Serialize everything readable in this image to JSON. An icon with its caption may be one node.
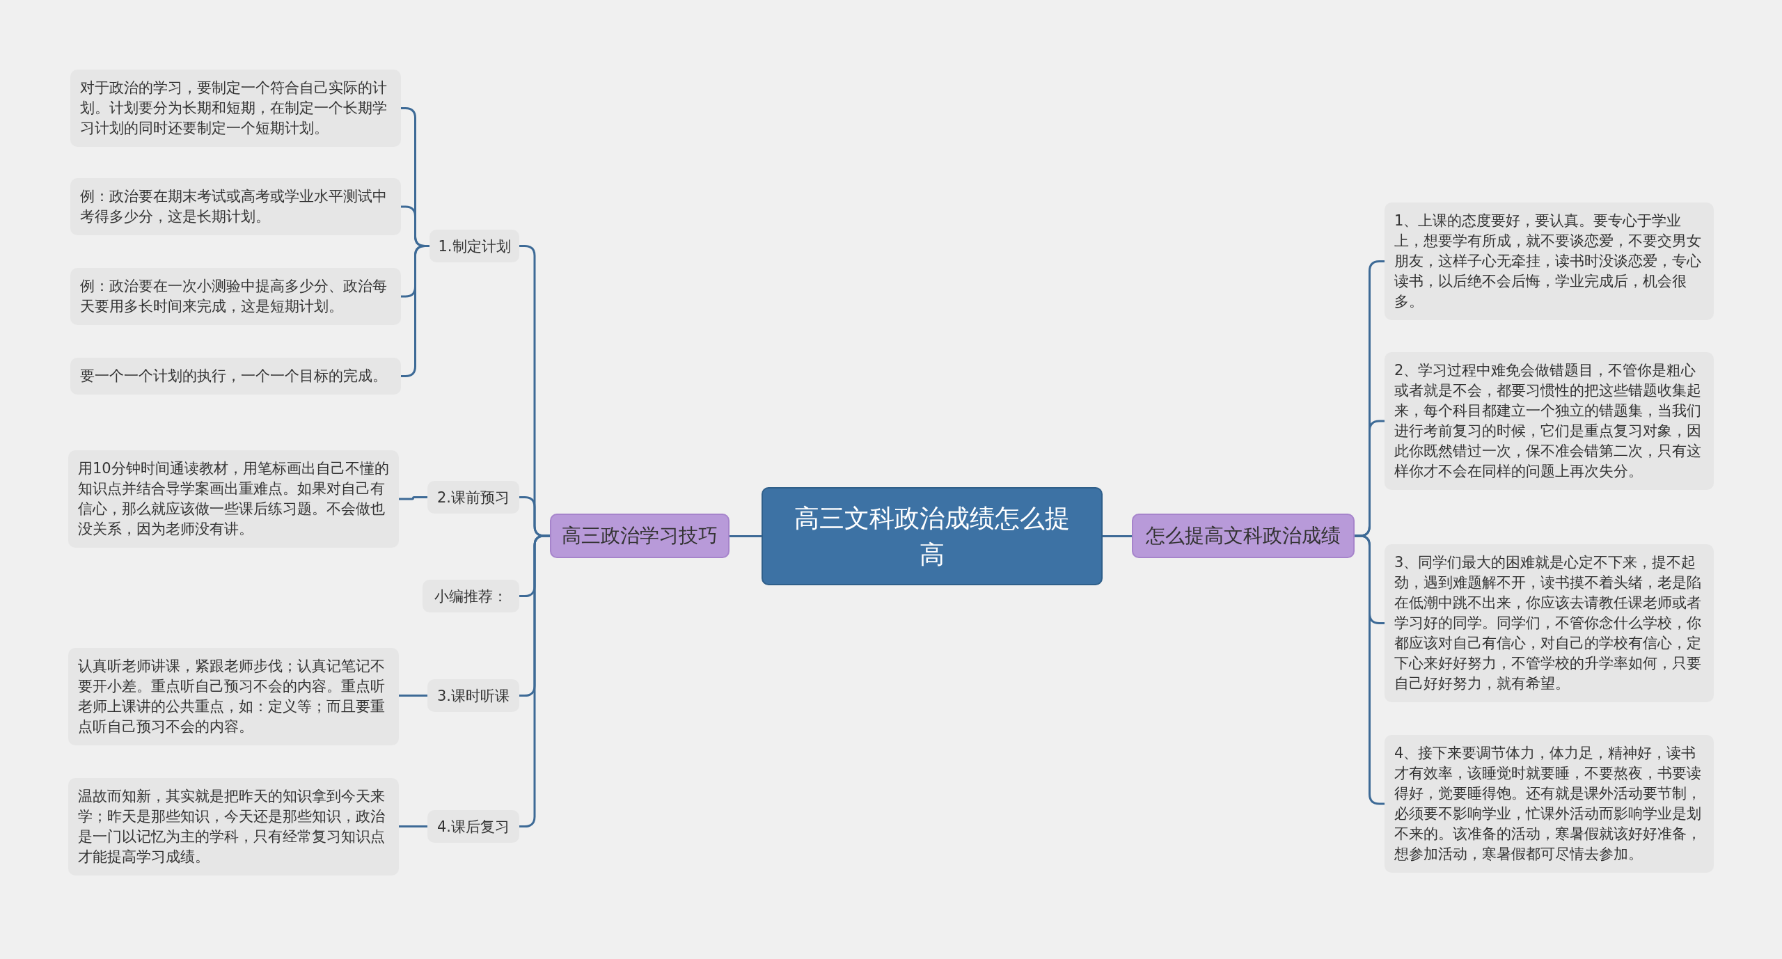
{
  "diagram": {
    "nodes": [
      {
        "text": [
          "高三文科政治成绩怎么提高"
        ]
      },
      {
        "text": [
          "高三政治学习技巧"
        ]
      },
      {
        "text": [
          "怎么提高文科政治成绩"
        ]
      },
      {
        "text": [
          "1.制定计划"
        ]
      },
      {
        "text": [
          "对于政治的学习，要制定一个符合自己实际的计划。计划要分为长期和短期，在制定一个长期学习计划的同时还要制定一个短期计划。"
        ]
      },
      {
        "text": [
          "例：政治要在期末考试或高考或学业水平测试中考得多少分，这是长期计划。"
        ]
      },
      {
        "text": [
          "例：政治要在一次小测验中提高多少分、政治每天要用多长时间来完成，这是短期计划。"
        ]
      },
      {
        "text": [
          "要一个一个计划的执行，一个一个目标的完成。"
        ]
      },
      {
        "text": [
          "2.课前预习"
        ]
      },
      {
        "text": [
          "用10分钟时间通读教材，用笔标画出自己不懂的知识点并结合导学案画出重难点。如果对自己有信心，那么就应该做一些课后练习题。不会做也没关系，因为老师没有讲。"
        ]
      },
      {
        "text": [
          "小编推荐："
        ]
      },
      {
        "text": [
          "3.课时听课"
        ]
      },
      {
        "text": [
          "认真听老师讲课，紧跟老师步伐；认真记笔记不要开小差。重点听自己预习不会的内容。重点听老师上课讲的公共重点，如：定义等；而且要重点听自己预习不会的内容。"
        ]
      },
      {
        "text": [
          "4.课后复习"
        ]
      },
      {
        "text": [
          "温故而知新，其实就是把昨天的知识拿到今天来学；昨天是那些知识，今天还是那些知识，政治是一门以记忆为主的学科，只有经常复习知识点才能提高学习成绩。"
        ]
      },
      {
        "text": [
          "1、上课的态度要好，要认真。要专心于学业上，想要学有所成，就不要谈恋爱，不要交男女朋友，这样子心无牵挂，读书时没谈恋爱，专心读书，以后绝不会后悔，学业完成后，机会很多。"
        ]
      },
      {
        "text": [
          "2、学习过程中难免会做错题目，不管你是粗心或者就是不会，都要习惯性的把这些错题收集起来，每个科目都建立一个独立的错题集，当我们进行考前复习的时候，它们是重点复习对象，因此你既然错过一次，保不准会错第二次，只有这样你才不会在同样的问题上再次失分。"
        ]
      },
      {
        "text": [
          "3、同学们最大的困难就是心定不下来，提不起劲，遇到难题解不开，读书摸不着头绪，老是陷在低潮中跳不出来，你应该去请教任课老师或者学习好的同学。同学们，不管你念什么学校，你都应该对自己有信心，对自己的学校有信心，定下心来好好努力，不管学校的升学率如何，只要自己好好努力，就有希望。"
        ]
      },
      {
        "text": [
          "4、接下来要调节体力，体力足，精神好，读书才有效率，该睡觉时就要睡，不要熬夜，书要读得好，觉要睡得饱。还有就是课外活动要节制，必须要不影响学业，忙课外活动而影响学业是划不来的。该准备的活动，寒暑假就该好好准备，想参加活动，寒暑假都可尽情去参加。"
        ]
      }
    ],
    "edges": [
      {
        "from": 0,
        "to": 1,
        "arrow": "none"
      },
      {
        "from": 0,
        "to": 2,
        "arrow": "none"
      },
      {
        "from": 1,
        "to": 3,
        "arrow": "none"
      },
      {
        "from": 3,
        "to": 4,
        "arrow": "none"
      },
      {
        "from": 3,
        "to": 5,
        "arrow": "none"
      },
      {
        "from": 3,
        "to": 6,
        "arrow": "none"
      },
      {
        "from": 3,
        "to": 7,
        "arrow": "none"
      },
      {
        "from": 1,
        "to": 8,
        "arrow": "none"
      },
      {
        "from": 8,
        "to": 9,
        "arrow": "none"
      },
      {
        "from": 1,
        "to": 10,
        "arrow": "none"
      },
      {
        "from": 1,
        "to": 11,
        "arrow": "none"
      },
      {
        "from": 11,
        "to": 12,
        "arrow": "none"
      },
      {
        "from": 1,
        "to": 13,
        "arrow": "none"
      },
      {
        "from": 13,
        "to": 14,
        "arrow": "none"
      },
      {
        "from": 2,
        "to": 15,
        "arrow": "none"
      },
      {
        "from": 2,
        "to": 16,
        "arrow": "none"
      },
      {
        "from": 2,
        "to": 17,
        "arrow": "none"
      },
      {
        "from": 2,
        "to": 18,
        "arrow": "none"
      }
    ]
  }
}
